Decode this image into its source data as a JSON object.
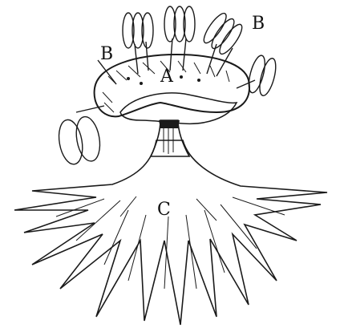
{
  "figure": {
    "labels": {
      "a": "A",
      "b_left": "B",
      "b_right": "B",
      "c": "C"
    },
    "ink_color": "#1a1a1a",
    "paper_color": "#ffffff",
    "parts": [
      "anther-sac-icon",
      "connective-body",
      "stalk",
      "rhizoid-base"
    ]
  }
}
